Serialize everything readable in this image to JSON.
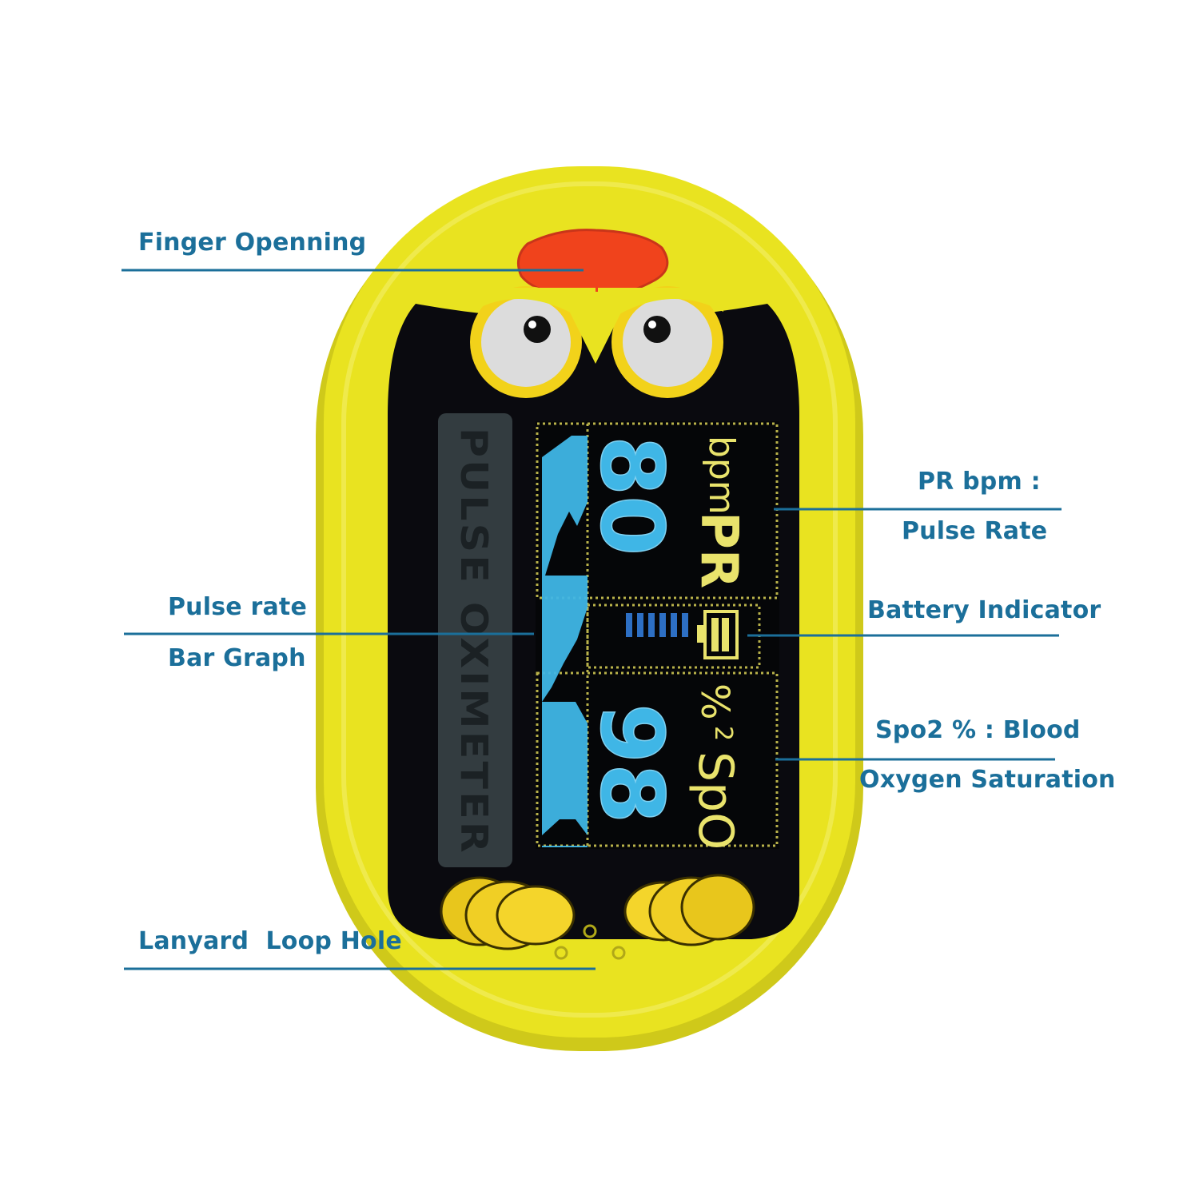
{
  "colors": {
    "label_blue": "#1b6f9a",
    "body_yellow": "#e9e320",
    "beak_red": "#f0431c",
    "screen_black": "#0a0a0f",
    "lcd_cyan": "#3fb6e6",
    "lcd_yellow": "#e9e36c"
  },
  "labels": {
    "finger_opening": "Finger Openning",
    "pr_bpm_line1": "PR bpm :",
    "pr_bpm_line2": "Pulse Rate",
    "pulse_bar_line1": "Pulse rate",
    "pulse_bar_line2": "Bar Graph",
    "battery": "Battery Indicator",
    "spo2_line1": "Spo2 % : Blood",
    "spo2_line2": "Oxygen Saturation",
    "lanyard": "Lanyard  Loop Hole"
  },
  "device": {
    "side_label": "PULSE OXIMETER",
    "pr_value": "80",
    "pr_label": "PR",
    "pr_unit": "bpm",
    "spo2_value": "98",
    "spo2_label": "SpO",
    "spo2_sub": "2",
    "spo2_unit": "%",
    "battery_icon": "battery-icon",
    "pulse_bar_level": 0.55
  }
}
